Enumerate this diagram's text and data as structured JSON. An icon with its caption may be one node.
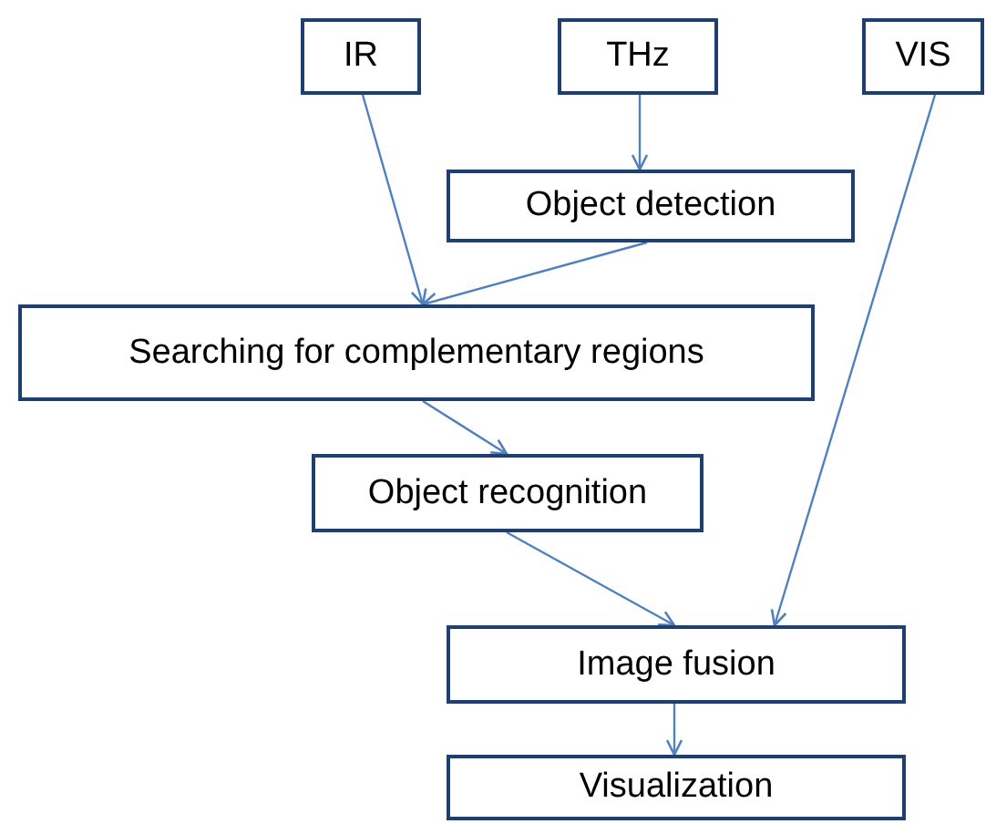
{
  "diagram": {
    "nodes": [
      {
        "text": [
          "IR"
        ]
      },
      {
        "text": [
          "THz"
        ]
      },
      {
        "text": [
          "VIS"
        ]
      },
      {
        "text": [
          "Object detection"
        ]
      },
      {
        "text": [
          "Searching for complementary regions"
        ]
      },
      {
        "text": [
          "Object recognition"
        ]
      },
      {
        "text": [
          "Image fusion"
        ]
      },
      {
        "text": [
          "Visualization"
        ]
      }
    ],
    "edges": [
      {
        "from": 0,
        "to": 4,
        "arrow": "to"
      },
      {
        "from": 1,
        "to": 3,
        "arrow": "to"
      },
      {
        "from": 3,
        "to": 4,
        "arrow": "to"
      },
      {
        "from": 2,
        "to": 6,
        "arrow": "to"
      },
      {
        "from": 4,
        "to": 5,
        "arrow": "to"
      },
      {
        "from": 5,
        "to": 6,
        "arrow": "to"
      },
      {
        "from": 6,
        "to": 7,
        "arrow": "to"
      }
    ]
  }
}
